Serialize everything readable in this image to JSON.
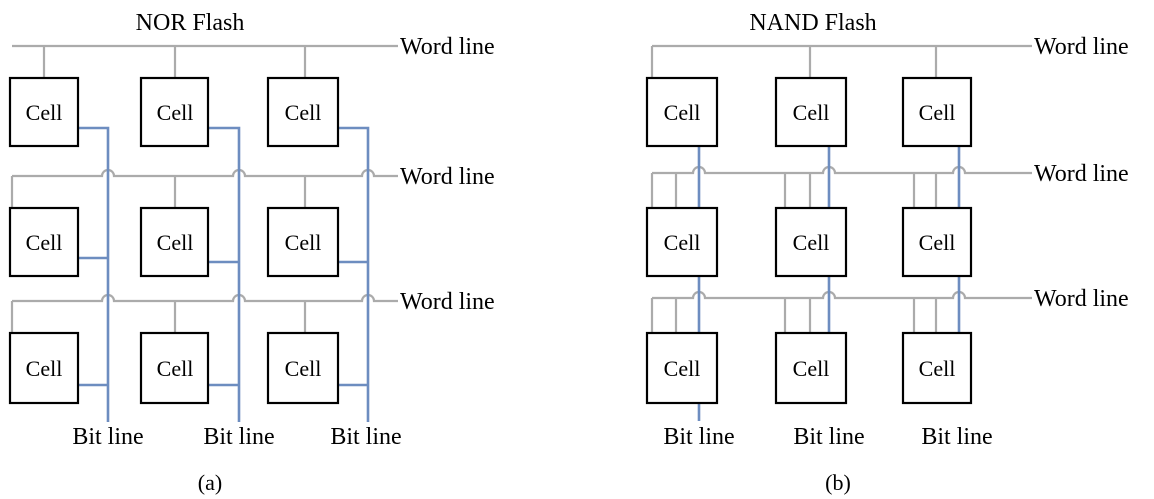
{
  "panels": [
    {
      "id": "nor",
      "title": "NOR Flash",
      "caption": "(a)",
      "cell_label": "Cell",
      "word_line_label": "Word line",
      "bit_line_label": "Bit line"
    },
    {
      "id": "nand",
      "title": "NAND Flash",
      "caption": "(b)",
      "cell_label": "Cell",
      "word_line_label": "Word line",
      "bit_line_label": "Bit line"
    }
  ],
  "colors": {
    "word_line": "#ababab",
    "bit_line": "#6d8dc0",
    "cell_border": "#000000"
  },
  "grid": {
    "rows": 3,
    "cols": 3
  }
}
